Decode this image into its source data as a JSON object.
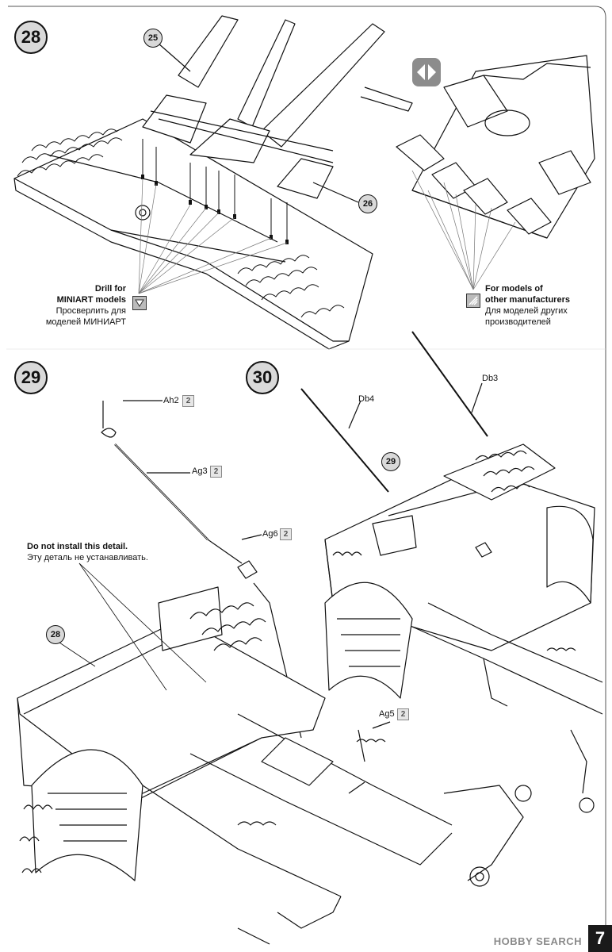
{
  "page_number": "7",
  "steps": {
    "s28": "28",
    "s29": "29",
    "s30": "30"
  },
  "callouts": {
    "c25": "25",
    "c26": "26",
    "c28": "28",
    "c29": "29"
  },
  "parts": {
    "ah2": {
      "label": "Ah2",
      "qty": "2"
    },
    "ag3": {
      "label": "Ag3",
      "qty": "2"
    },
    "ag6": {
      "label": "Ag6",
      "qty": "2"
    },
    "ag5": {
      "label": "Ag5",
      "qty": "2"
    },
    "db4": {
      "label": "Db4"
    },
    "db3": {
      "label": "Db3"
    }
  },
  "notes": {
    "drill_en_1": "Drill for",
    "drill_en_2": "MINIART models",
    "drill_ru_1": "Просверлить для",
    "drill_ru_2": "моделей МИНИАРТ",
    "other_en_1": "For models of",
    "other_en_2": "other manufacturers",
    "other_ru_1": "Для моделей других",
    "other_ru_2": "производителей",
    "noinstall_en": "Do not install this detail.",
    "noinstall_ru": "Эту деталь не устанавливать."
  },
  "watermark": "HOBBY SEARCH",
  "icons": [
    "replace-arrows-icon",
    "drill-icon",
    "cut-icon"
  ]
}
